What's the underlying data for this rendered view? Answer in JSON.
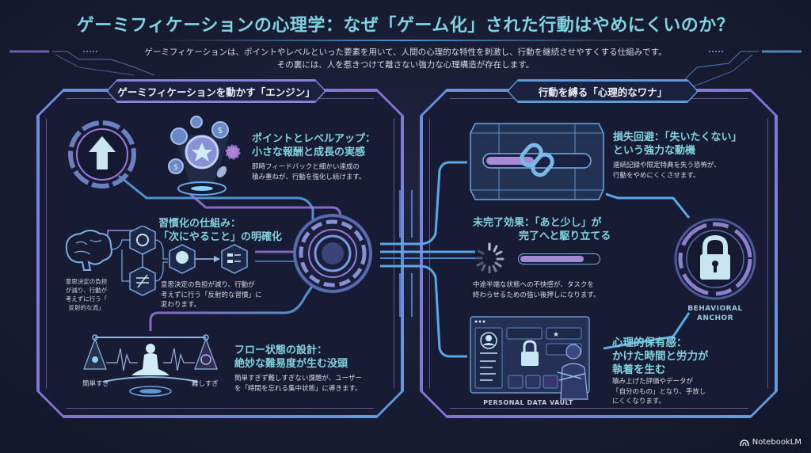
{
  "header": {
    "title": "ゲーミフィケーションの心理学：なぜ「ゲーム化」された行動はやめにくいのか？",
    "subtitle_line1": "ゲーミフィケーションは、ポイントやレベルといった要素を用いて、人間の心理的な特性を刺激し、行動を継続させやすくする仕組みです。",
    "subtitle_line2": "その裏には、人を惹きつけて離さない強力な心理構造が存在します。"
  },
  "left_panel": {
    "title": "ゲーミフィケーションを動かす「エンジン」",
    "sections": [
      {
        "id": "points",
        "heading_line1": "ポイントとレベルアップ：",
        "heading_line2": "小さな報酬と成長の実感",
        "body_line1": "即時フィードバックと細かい達成の",
        "body_line2": "積み重ねが、行動を強化し続けます。",
        "icons": [
          "level-up-arrow-icon",
          "star-coin-icon",
          "dollar-coin-icon",
          "gear-coin-icon"
        ]
      },
      {
        "id": "habit",
        "heading_line1": "習慣化の仕組み：",
        "heading_line2": "「次にやること」の明確化",
        "body_line1": "意思決定の負担が減り、行動が",
        "body_line2": "考えずに行う「反射的な習慣」に",
        "body_line3": "変わります。",
        "brain_caption_line1": "意思決定の負担",
        "brain_caption_line2": "が減り、行動が",
        "brain_caption_line3": "考えずに行う「",
        "brain_caption_line4": "反射的な流」"
      },
      {
        "id": "flow",
        "heading_line1": "フロー状態の設計：",
        "heading_line2": "絶妙な難易度が生む没頭",
        "body_line1": "簡単すぎず難しすぎない課題が、ユーザー",
        "body_line2": "を「時間を忘れる集中状態」に導きます。",
        "scale_left_label": "簡単すぎ",
        "scale_right_label": "難しすぎ"
      }
    ]
  },
  "right_panel": {
    "title": "行動を縛る「心理的なワナ」",
    "sections": [
      {
        "id": "loss",
        "heading_line1": "損失回避：「失いたくない」",
        "heading_line2": "という強力な動機",
        "body_line1": "連続記録や限定特典を失う恐怖が、",
        "body_line2": "行動をやめにくくさせます。"
      },
      {
        "id": "zeigarnik",
        "heading_line1": "未完了効果：「あと少し」が",
        "heading_line2": "完了へと駆り立てる",
        "body_line1": "中途半端な状態への不快感が、タスクを",
        "body_line2": "終わらせるための強い後押しになります。",
        "progress_percent": 78
      },
      {
        "id": "ownership",
        "heading_line1": "心理的保有感：",
        "heading_line2": "かけた時間と労力が",
        "heading_line3": "執着を生む",
        "body_line1": "積み上げた評価やデータが",
        "body_line2": "「自分のもの」となり、手放し",
        "body_line3": "にくくなります。",
        "vault_caption": "PERSONAL DATA VAULT"
      }
    ],
    "anchor_caption_line1": "BEHAVIORAL",
    "anchor_caption_line2": "ANCHOR"
  },
  "footer": {
    "brand": "NotebookLM"
  },
  "colors": {
    "background": "#181c33",
    "title_cyan": "#7fd4e0",
    "heading_cyan": "#82d3de",
    "accent_blue": "#5aa8e8",
    "accent_purple": "#9a78e0",
    "icon_light": "#c8e6f2"
  }
}
